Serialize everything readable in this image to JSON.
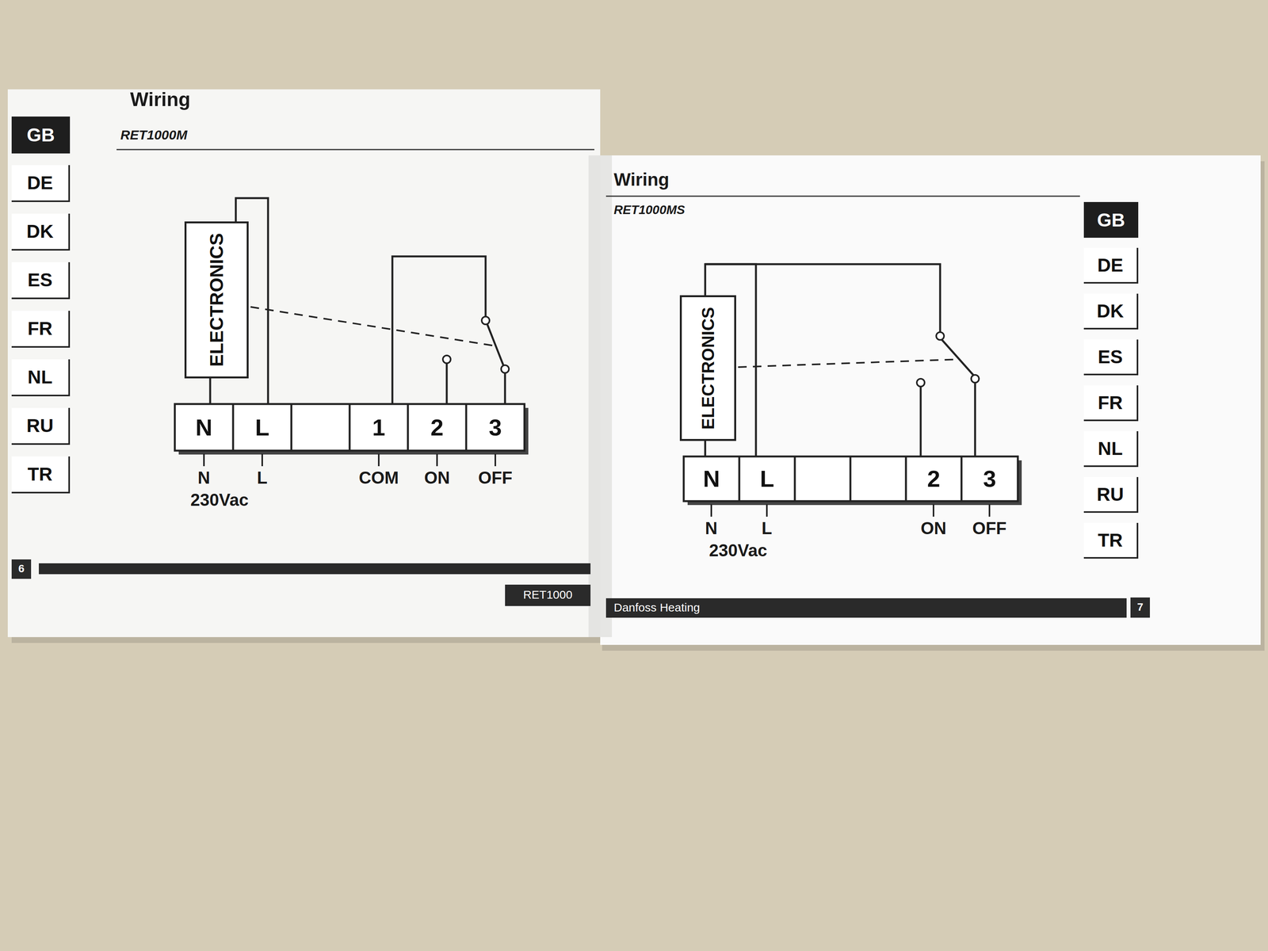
{
  "diagram": {
    "nodes": [
      {
        "text": [
          "GB"
        ]
      },
      {
        "text": [
          "DE"
        ]
      },
      {
        "text": [
          "DK"
        ]
      },
      {
        "text": [
          "ES"
        ]
      },
      {
        "text": [
          "FR"
        ]
      },
      {
        "text": [
          "NL"
        ]
      },
      {
        "text": [
          "RU"
        ]
      },
      {
        "text": [
          "TR"
        ]
      },
      {
        "text": [
          "ELECTRONICS"
        ]
      },
      {
        "text": [
          "N"
        ]
      },
      {
        "text": [
          "L"
        ]
      },
      {
        "text": [
          "1"
        ]
      },
      {
        "text": [
          "2"
        ]
      },
      {
        "text": [
          "3"
        ]
      },
      {
        "text": [
          "GB"
        ]
      },
      {
        "text": [
          "DE"
        ]
      },
      {
        "text": [
          "DK"
        ]
      },
      {
        "text": [
          "ES"
        ]
      },
      {
        "text": [
          "FR"
        ]
      },
      {
        "text": [
          "NL"
        ]
      },
      {
        "text": [
          "RU"
        ]
      },
      {
        "text": [
          "TR"
        ]
      },
      {
        "text": [
          "ELECTRONICS"
        ]
      },
      {
        "text": [
          "N"
        ]
      },
      {
        "text": [
          "L"
        ]
      },
      {
        "text": [
          "2"
        ]
      },
      {
        "text": [
          "3"
        ]
      }
    ],
    "edges": [
      {
        "from": 8,
        "to": 9,
        "arrow": "none"
      },
      {
        "from": 8,
        "to": 10,
        "arrow": "none"
      },
      {
        "from": 22,
        "to": 23,
        "arrow": "none"
      },
      {
        "from": 22,
        "to": 24,
        "arrow": "none"
      }
    ],
    "labels": [
      "Wiring",
      "RET1000M",
      "N",
      "L",
      "230Vac",
      "COM",
      "ON",
      "OFF",
      "6",
      "RET1000",
      "Wiring",
      "RET1000MS",
      "N",
      "L",
      "230Vac",
      "ON",
      "OFF",
      "Danfoss Heating",
      "7"
    ]
  }
}
